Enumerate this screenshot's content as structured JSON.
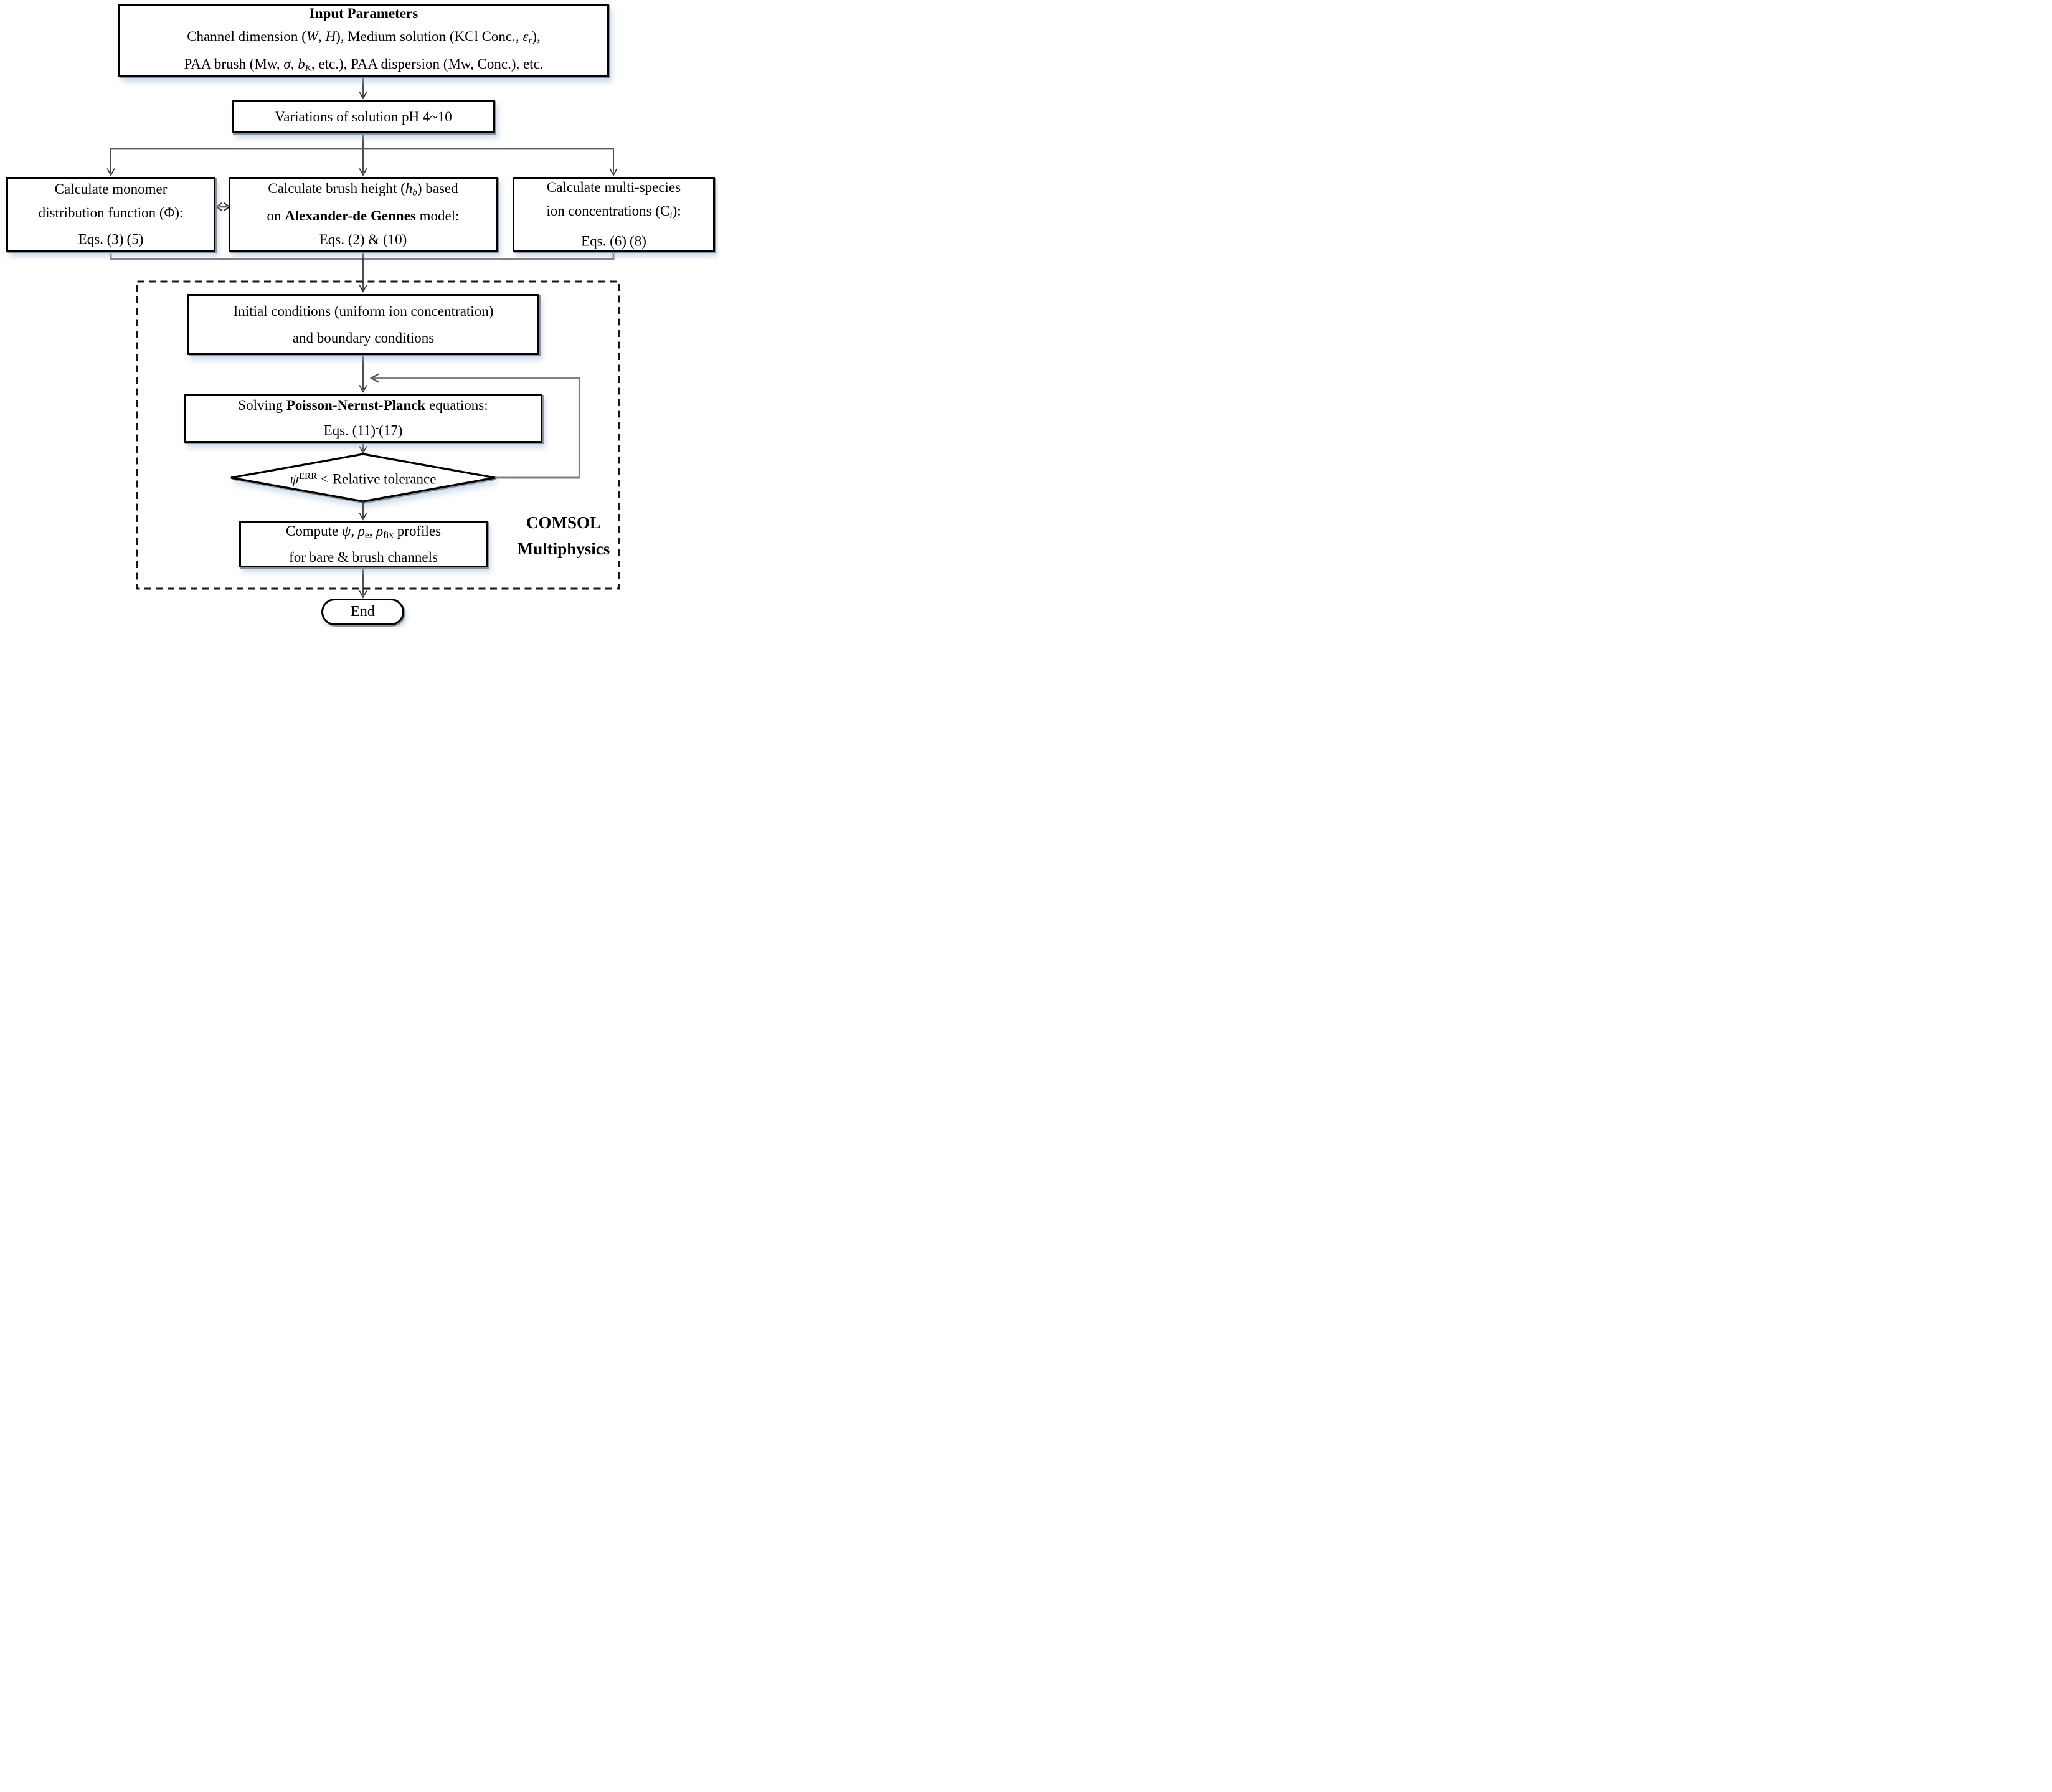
{
  "colors": {
    "background": "#ffffff",
    "box_border": "#000000",
    "connector": "#2d2d2d",
    "gray_connector": "#7f7f7f",
    "shadow_blue": "#a3c1e3"
  },
  "nodes": {
    "input_parameters": {
      "shape": "rect",
      "lines": [
        [
          {
            "t": "Input Parameters",
            "s": "b"
          }
        ],
        [
          {
            "t": "Channel dimension ("
          },
          {
            "t": "W",
            "s": "i"
          },
          {
            "t": ", "
          },
          {
            "t": "H",
            "s": "i"
          },
          {
            "t": "), Medium solution (KCl Conc., "
          },
          {
            "t": "ε",
            "s": "i"
          },
          {
            "t": "r",
            "s": "i sub"
          },
          {
            "t": "),"
          }
        ],
        [
          {
            "t": "PAA brush (Mw, "
          },
          {
            "t": "σ",
            "s": "i"
          },
          {
            "t": ", "
          },
          {
            "t": "b",
            "s": "i"
          },
          {
            "t": "K",
            "s": "i sub"
          },
          {
            "t": ", etc.), PAA dispersion (Mw, Conc.), etc."
          }
        ]
      ]
    },
    "ph_variation": {
      "shape": "rect",
      "lines": [
        [
          {
            "t": "Variations of solution pH 4~10"
          }
        ]
      ]
    },
    "monomer_distribution": {
      "shape": "rect",
      "lines": [
        [
          {
            "t": "Calculate monomer"
          }
        ],
        [
          {
            "t": "distribution function (Φ):"
          }
        ],
        [
          {
            "t": "Eqs. (3)"
          },
          {
            "t": "-",
            "s": "sup"
          },
          {
            "t": "(5)"
          }
        ]
      ]
    },
    "brush_height": {
      "shape": "rect",
      "lines": [
        [
          {
            "t": "Calculate brush height ("
          },
          {
            "t": "h",
            "s": "i"
          },
          {
            "t": "b",
            "s": "i sub"
          },
          {
            "t": ") based"
          }
        ],
        [
          {
            "t": "on "
          },
          {
            "t": "Alexander-de Gennes",
            "s": "b"
          },
          {
            "t": " model:"
          }
        ],
        [
          {
            "t": "Eqs. (2) & (10)"
          }
        ]
      ]
    },
    "ion_concentrations": {
      "shape": "rect",
      "lines": [
        [
          {
            "t": "Calculate multi-species"
          }
        ],
        [
          {
            "t": "ion concentrations (C"
          },
          {
            "t": "i",
            "s": "i sub"
          },
          {
            "t": "):"
          }
        ],
        [
          {
            "t": "Eqs. (6)"
          },
          {
            "t": "-",
            "s": "sup"
          },
          {
            "t": "(8)"
          }
        ]
      ]
    },
    "initial_conditions": {
      "shape": "rect",
      "lines": [
        [
          {
            "t": "Initial conditions (uniform ion concentration)"
          }
        ],
        [
          {
            "t": "and boundary conditions"
          }
        ]
      ]
    },
    "pnp_solver": {
      "shape": "rect",
      "lines": [
        [
          {
            "t": "Solving "
          },
          {
            "t": "Poisson-Nernst-Planck",
            "s": "b"
          },
          {
            "t": " equations:"
          }
        ],
        [
          {
            "t": "Eqs. (11)"
          },
          {
            "t": "-",
            "s": "sup"
          },
          {
            "t": "(17)"
          }
        ]
      ]
    },
    "tolerance_decision": {
      "shape": "diamond",
      "lines": [
        [
          {
            "t": "ψ",
            "s": "i"
          },
          {
            "t": "ERR",
            "s": "sup"
          },
          {
            "t": " < Relative tolerance"
          }
        ]
      ]
    },
    "compute_profiles": {
      "shape": "rect",
      "lines": [
        [
          {
            "t": "Compute "
          },
          {
            "t": "ψ",
            "s": "i"
          },
          {
            "t": ", "
          },
          {
            "t": "ρ",
            "s": "i"
          },
          {
            "t": "e",
            "s": "sub"
          },
          {
            "t": ", "
          },
          {
            "t": "ρ",
            "s": "i"
          },
          {
            "t": "fix",
            "s": "sub"
          },
          {
            "t": " profiles"
          }
        ],
        [
          {
            "t": "for bare & brush channels"
          }
        ]
      ]
    },
    "end": {
      "shape": "stadium",
      "lines": [
        [
          {
            "t": "End"
          }
        ]
      ]
    }
  },
  "labels": {
    "comsol": {
      "lines": [
        [
          {
            "t": "COMSOL",
            "s": "b"
          }
        ],
        [
          {
            "t": "Multiphysics",
            "s": "b"
          }
        ]
      ]
    }
  }
}
